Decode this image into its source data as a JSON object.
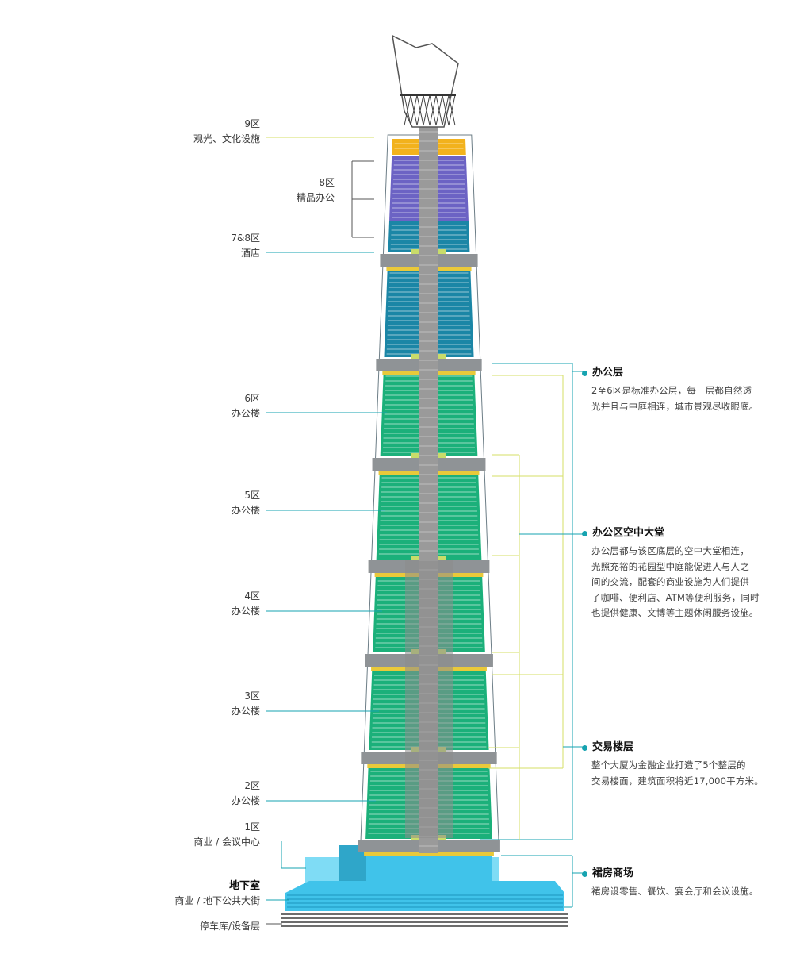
{
  "zones": [
    {
      "id": "z9",
      "name": "9区",
      "desc": "观光、文化设施"
    },
    {
      "id": "z8",
      "name": "8区",
      "desc": "精品办公"
    },
    {
      "id": "z78",
      "name": "7&8区",
      "desc": "酒店"
    },
    {
      "id": "z6",
      "name": "6区",
      "desc": "办公楼"
    },
    {
      "id": "z5",
      "name": "5区",
      "desc": "办公楼"
    },
    {
      "id": "z4",
      "name": "4区",
      "desc": "办公楼"
    },
    {
      "id": "z3",
      "name": "3区",
      "desc": "办公楼"
    },
    {
      "id": "z2",
      "name": "2区",
      "desc": "办公楼"
    },
    {
      "id": "z1",
      "name": "1区",
      "desc": "商业 / 会议中心"
    },
    {
      "id": "basement",
      "name": "地下室",
      "desc": "商业 / 地下公共大街"
    },
    {
      "id": "parking",
      "name": "",
      "desc": "停车库/设备层"
    }
  ],
  "info": [
    {
      "title": "办公层",
      "lines": [
        "2至6区是标准办公层，每一层都自然透",
        "光并且与中庭相连，城市景观尽收眼底。"
      ]
    },
    {
      "title": "办公区空中大堂",
      "lines": [
        "办公层都与该区底层的空中大堂相连，",
        "光照充裕的花园型中庭能促进人与人之",
        "间的交流，配套的商业设施为人们提供",
        "了咖啡、便利店、ATM等便利服务，同时",
        "也提供健康、文博等主题休闲服务设施。"
      ]
    },
    {
      "title": "交易楼层",
      "lines": [
        "整个大厦为金融企业打造了5个整层的",
        "交易楼面，建筑面积将近17,000平方米。"
      ]
    },
    {
      "title": "裙房商场",
      "lines": [
        "裙房设零售、餐饮、宴会厅和会议设施。"
      ]
    }
  ],
  "colors": {
    "office": "#1bb07a",
    "office_dark": "#0f8f68",
    "hotel": "#1b86a6",
    "boutique": "#6c63c4",
    "observation": "#f2b21d",
    "lobby": "#c8dc6a",
    "trading": "#e9c93a",
    "podium": "#40c3ea",
    "core": "#9a9a9a",
    "pointer": "#16a3b0",
    "pointer_light": "#d5df66"
  }
}
